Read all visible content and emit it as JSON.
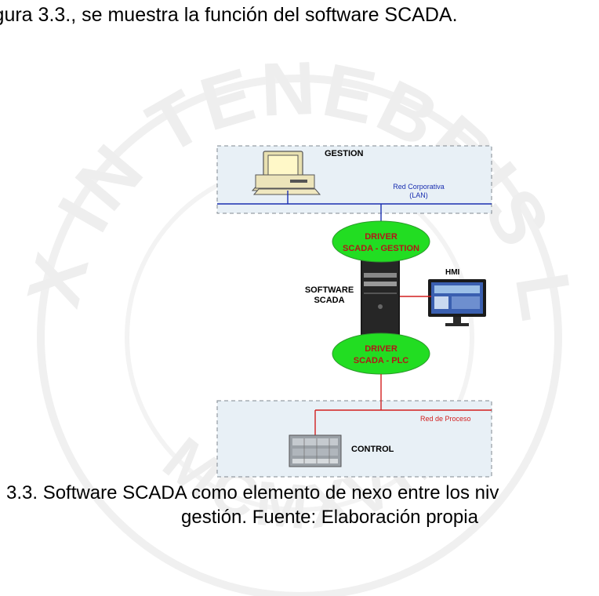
{
  "document": {
    "intro_text": "igura 3.3., se muestra la función del software SCADA.",
    "caption_line1": "3.3. Software SCADA como elemento de nexo entre los niv",
    "caption_line2": "gestión. Fuente: Elaboración propia"
  },
  "watermark": {
    "motto": "ET LUX IN TENEBRIS LUCET",
    "year": "MCMXVII"
  },
  "diagram": {
    "gestion_label": "GESTION",
    "red_corporativa_line1": "Red Corporativa",
    "red_corporativa_line2": "(LAN)",
    "driver_gestion_line1": "DRIVER",
    "driver_gestion_line2": "SCADA - GESTION",
    "software_line1": "SOFTWARE",
    "software_line2": "SCADA",
    "hmi_label": "HMI",
    "driver_plc_line1": "DRIVER",
    "driver_plc_line2": "SCADA - PLC",
    "red_proceso_label": "Red de Proceso",
    "control_label": "CONTROL",
    "colors": {
      "lan_line": "#1a2fb0",
      "process_line": "#d21f1f",
      "driver_fill": "#22dd22",
      "zone_fill": "#e8f0f6",
      "zone_border": "#808890"
    }
  }
}
